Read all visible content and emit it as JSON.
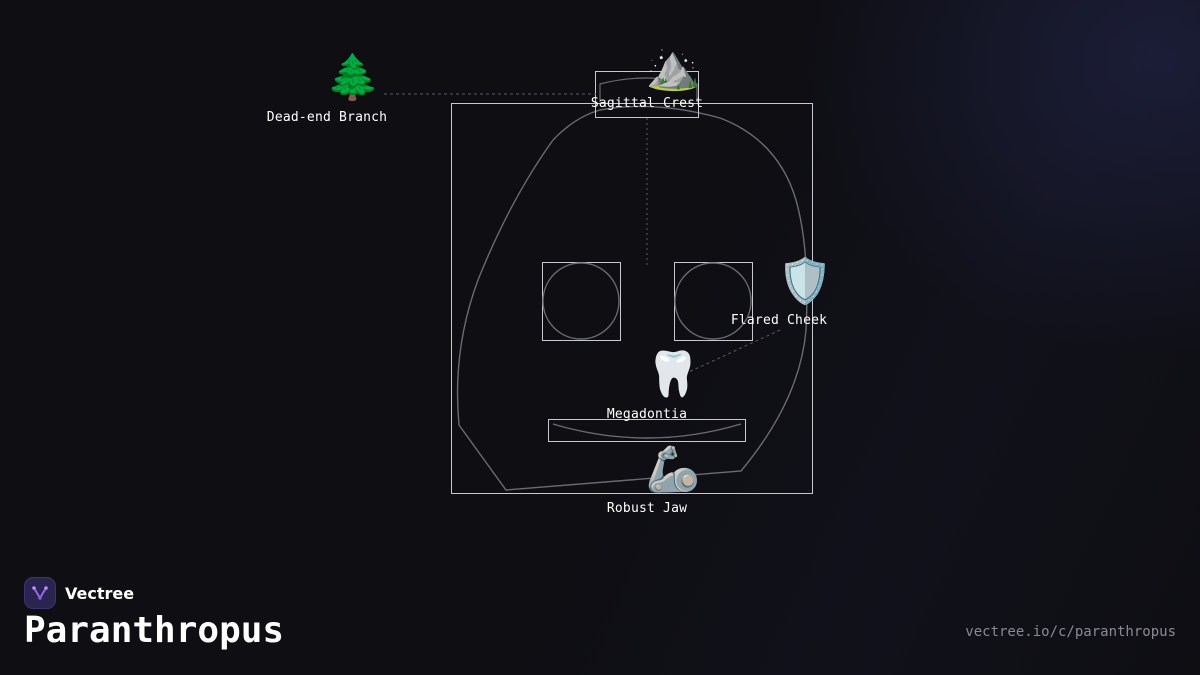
{
  "brand": {
    "name": "Vectree",
    "logo_icon": "vectree-logo-icon"
  },
  "page": {
    "title": "Paranthropus",
    "url": "vectree.io/c/paranthropus"
  },
  "diagram": {
    "nodes": [
      {
        "id": "dead-end-branch",
        "label": "Dead-end Branch",
        "icon": "tree-icon",
        "glyph": "🌲"
      },
      {
        "id": "sagittal-crest",
        "label": "Sagittal Crest",
        "icon": "mountain-icon",
        "glyph": "⛰️"
      },
      {
        "id": "flared-cheek",
        "label": "Flared Cheek",
        "icon": "shield-icon",
        "glyph": "🛡️"
      },
      {
        "id": "megadontia",
        "label": "Megadontia",
        "icon": "tooth-icon",
        "glyph": "🦷"
      },
      {
        "id": "robust-jaw",
        "label": "Robust Jaw",
        "icon": "mechanical-arm-icon",
        "glyph": "🦾"
      }
    ],
    "colors": {
      "outline": "#6a6a72",
      "box": "#c8c8d0",
      "dashed": "#5a5a64"
    }
  }
}
